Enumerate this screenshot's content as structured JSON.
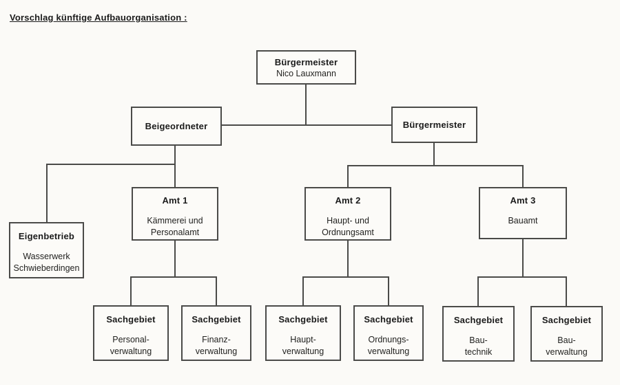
{
  "title": "Vorschlag künftige Aufbauorganisation :",
  "colors": {
    "background": "#fbfaf7",
    "box_border": "#4a4a48",
    "text": "#1b1b1b"
  },
  "nodes": {
    "top": {
      "title": "Bürgermeister",
      "subtitle": "Nico Lauxmann"
    },
    "beigeordneter": {
      "title": "Beigeordneter"
    },
    "buergermeister2": {
      "title": "Bürgermeister"
    },
    "amt1": {
      "title": "Amt 1",
      "subtitle1": "Kämmerei und",
      "subtitle2": "Personalamt"
    },
    "amt2": {
      "title": "Amt 2",
      "subtitle1": "Haupt- und",
      "subtitle2": "Ordnungsamt"
    },
    "amt3": {
      "title": "Amt 3",
      "subtitle1": "",
      "subtitle2": "Bauamt"
    },
    "eigenbetrieb": {
      "title": "Eigenbetrieb",
      "subtitle1": "Wasserwerk",
      "subtitle2": "Schwieberdingen"
    },
    "sachgebiet1": {
      "title": "Sachgebiet",
      "subtitle1": "Personal-",
      "subtitle2": "verwaltung"
    },
    "sachgebiet2": {
      "title": "Sachgebiet",
      "subtitle1": "Finanz-",
      "subtitle2": "verwaltung"
    },
    "sachgebiet3": {
      "title": "Sachgebiet",
      "subtitle1": "Haupt-",
      "subtitle2": "verwaltung"
    },
    "sachgebiet4": {
      "title": "Sachgebiet",
      "subtitle1": "Ordnungs-",
      "subtitle2": "verwaltung"
    },
    "sachgebiet5": {
      "title": "Sachgebiet",
      "subtitle1": "Bau-",
      "subtitle2": "technik"
    },
    "sachgebiet6": {
      "title": "Sachgebiet",
      "subtitle1": "Bau-",
      "subtitle2": "verwaltung"
    }
  }
}
